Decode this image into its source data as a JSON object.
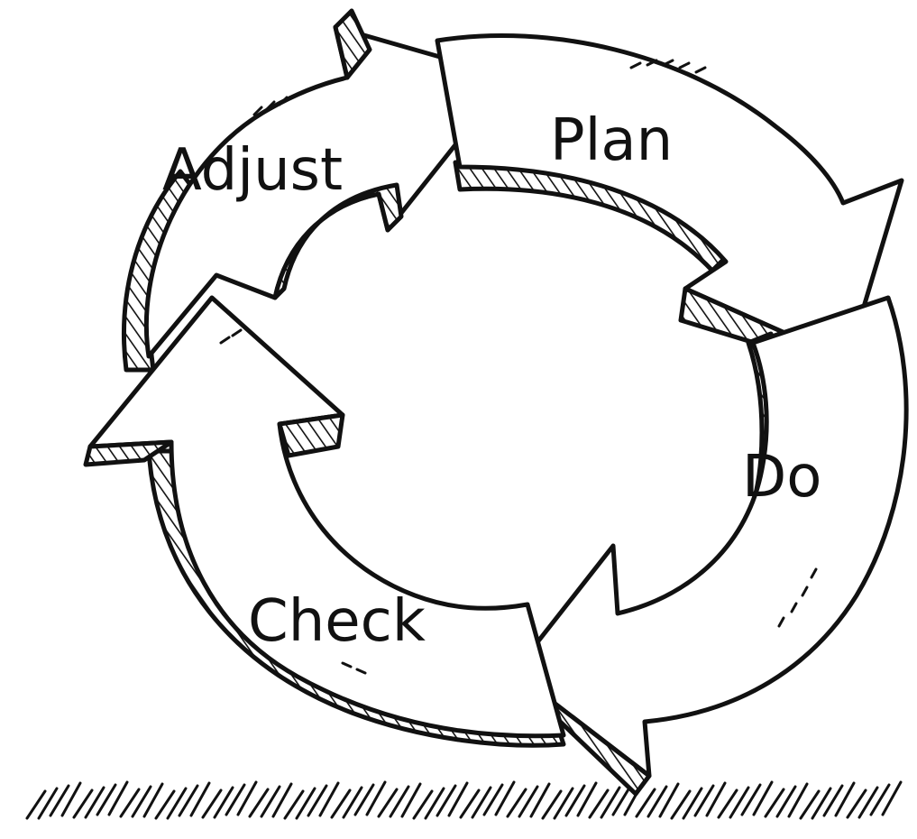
{
  "diagram": {
    "type": "cycle",
    "direction": "clockwise",
    "style": "hand-drawn sketch",
    "stages": [
      {
        "id": "plan",
        "label": "Plan"
      },
      {
        "id": "do",
        "label": "Do"
      },
      {
        "id": "check",
        "label": "Check"
      },
      {
        "id": "adjust",
        "label": "Adjust"
      }
    ],
    "colors": {
      "ink": "#111111",
      "paper": "#ffffff"
    }
  }
}
